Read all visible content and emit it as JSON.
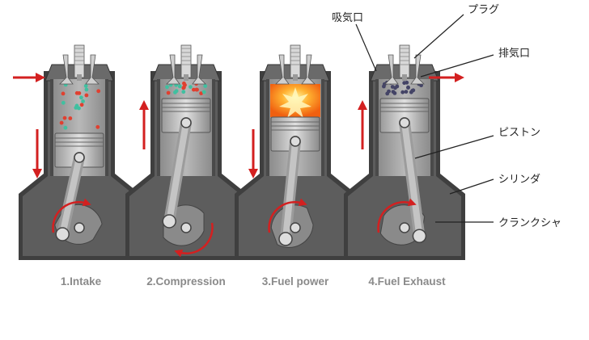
{
  "stages": [
    {
      "label": "1.Intake",
      "piston": "bottom",
      "gas": "fuel-mix",
      "arrow": "down",
      "inlet_arrow": "in"
    },
    {
      "label": "2.Compression",
      "piston": "top",
      "gas": "fuel-mix",
      "arrow": "up",
      "inlet_arrow": "none"
    },
    {
      "label": "3.Fuel power",
      "piston": "mid",
      "gas": "explosion",
      "arrow": "down",
      "inlet_arrow": "none"
    },
    {
      "label": "4.Fuel Exhaust",
      "piston": "top",
      "gas": "exhaust",
      "arrow": "up",
      "inlet_arrow": "out"
    }
  ],
  "annotations": {
    "intake_port": "吸気口",
    "spark_plug": "プラグ",
    "exhaust_port": "排気口",
    "piston": "ピストン",
    "cylinder": "シリンダ",
    "crankshaft": "クランクシャ"
  },
  "colors": {
    "arrow": "#d32020",
    "block": "#5d5d5d",
    "cylinder_wall": "#7a7a7a",
    "chamber": "#9a9a9a",
    "piston": "#bdbdbd",
    "fuel_red": "#e04030",
    "fuel_green": "#40c0a0",
    "exhaust_dot": "#444466",
    "explosion": "#ffa020",
    "caption": "#8a8a8a"
  }
}
